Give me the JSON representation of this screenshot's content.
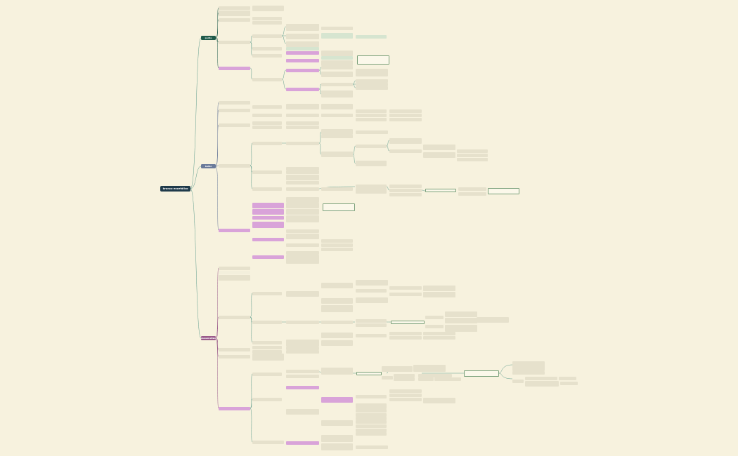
{
  "colors": {
    "background": "#f7f2de",
    "root": "#1f3a4a",
    "branch_1": "#1f5a4a",
    "branch_2": "#6a7a9a",
    "branch_3": "#9a5a8a",
    "highlight": "#d9a3d9",
    "note": "#d6e5d0",
    "link": "#5a9a8a"
  },
  "root": {
    "label": "bronco encefálico"
  },
  "branches": [
    {
      "label": "ponte"
    },
    {
      "label": "bulbo"
    },
    {
      "label": "mesencéfalo"
    }
  ]
}
